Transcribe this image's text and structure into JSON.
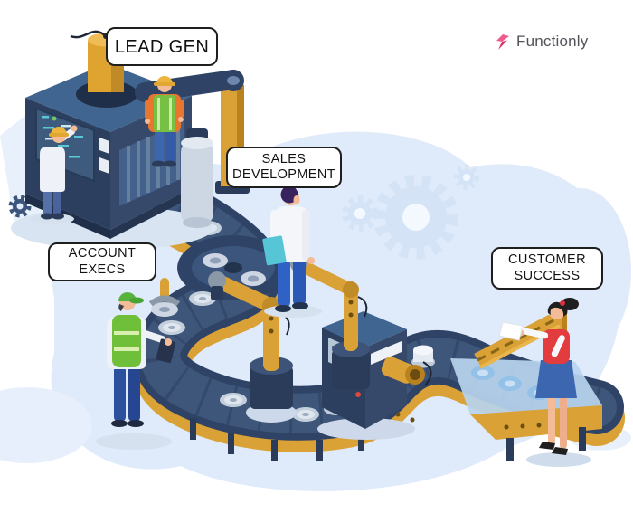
{
  "brand": {
    "name": "Functionly",
    "icon": "functionly-flag-icon",
    "icon_color": "#e8467c",
    "text_color": "#53525a"
  },
  "stages": [
    {
      "id": "lead-gen",
      "label": "LEAD GEN"
    },
    {
      "id": "sales-development",
      "label": "SALES DEVELOPMENT"
    },
    {
      "id": "account-execs",
      "label": "ACCOUNT EXECS"
    },
    {
      "id": "customer-success",
      "label": "CUSTOMER SUCCESS"
    }
  ],
  "illustration": {
    "description": "Isometric factory assembly line depicting a sales pipeline: a lead-generation machine feeds an S-shaped conveyor worked by robot arms and staff, ending at a customer-success inspection station",
    "elements": [
      "lead-gen-machine",
      "chimney",
      "machine-screen",
      "crane-arm",
      "storage-tank",
      "conveyor-belt",
      "rotary-table",
      "robot-arm",
      "mini-gripper",
      "control-cabinet",
      "scanner-frame",
      "inspection-platform",
      "gear-icon",
      "scientist-figure",
      "factory-worker-figure",
      "sales-rep-figure",
      "account-exec-figure",
      "customer-success-figure"
    ]
  },
  "colors": {
    "navy_front": "#2c3f5f",
    "navy_side": "#36496b",
    "steel_blue_top": "#3f6590",
    "gold": "#d9a136",
    "gold_dark": "#b9821f",
    "teal_screen": "#56c8d8",
    "background_blob": "#dfeafa",
    "gear_light_blue": "#d4e4f6",
    "label_border": "#1e1e1e",
    "brand_pink": "#e8467c"
  }
}
